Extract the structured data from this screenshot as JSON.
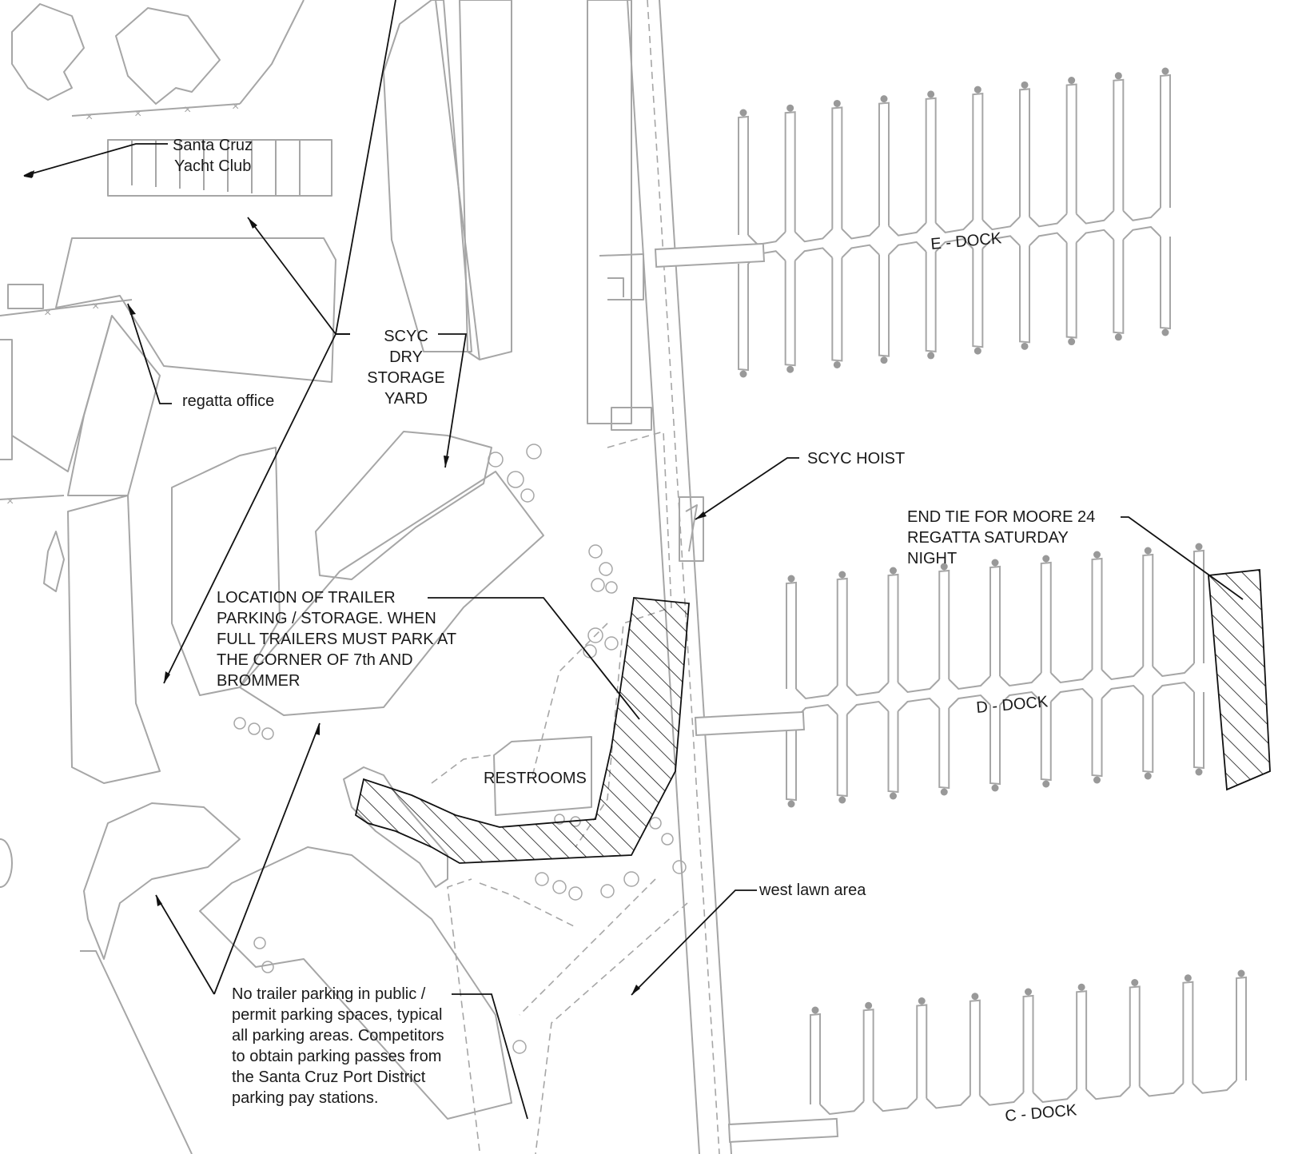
{
  "map": {
    "labels": {
      "yacht_club_line1": "Santa Cruz",
      "yacht_club_line2": "Yacht Club",
      "regatta_office": "regatta office",
      "dry_storage_line1": "SCYC",
      "dry_storage_line2": "DRY",
      "dry_storage_line3": "STORAGE",
      "dry_storage_line4": "YARD",
      "scyc_hoist": "SCYC HOIST",
      "end_tie_line1": "END TIE FOR MOORE 24",
      "end_tie_line2": "REGATTA SATURDAY",
      "end_tie_line3": "NIGHT",
      "trailer_line1": "LOCATION OF TRAILER",
      "trailer_line2": "PARKING / STORAGE. WHEN",
      "trailer_line3": "FULL TRAILERS MUST PARK AT",
      "trailer_line4": "THE CORNER OF 7th AND",
      "trailer_line5": "BROMMER",
      "restrooms": "RESTROOMS",
      "west_lawn": "west lawn area",
      "no_parking_line1": "No trailer parking in public /",
      "no_parking_line2": "permit parking spaces, typical",
      "no_parking_line3": "all parking areas. Competitors",
      "no_parking_line4": "to obtain parking passes from",
      "no_parking_line5": "the Santa Cruz Port District",
      "no_parking_line6": "parking pay stations."
    },
    "docks": {
      "e_dock": "E - DOCK",
      "d_dock": "D - DOCK",
      "c_dock": "C - DOCK"
    },
    "colors": {
      "linework": "#a6a6a6",
      "annotation": "#111111",
      "hatch": "#111111",
      "background": "#ffffff"
    }
  }
}
